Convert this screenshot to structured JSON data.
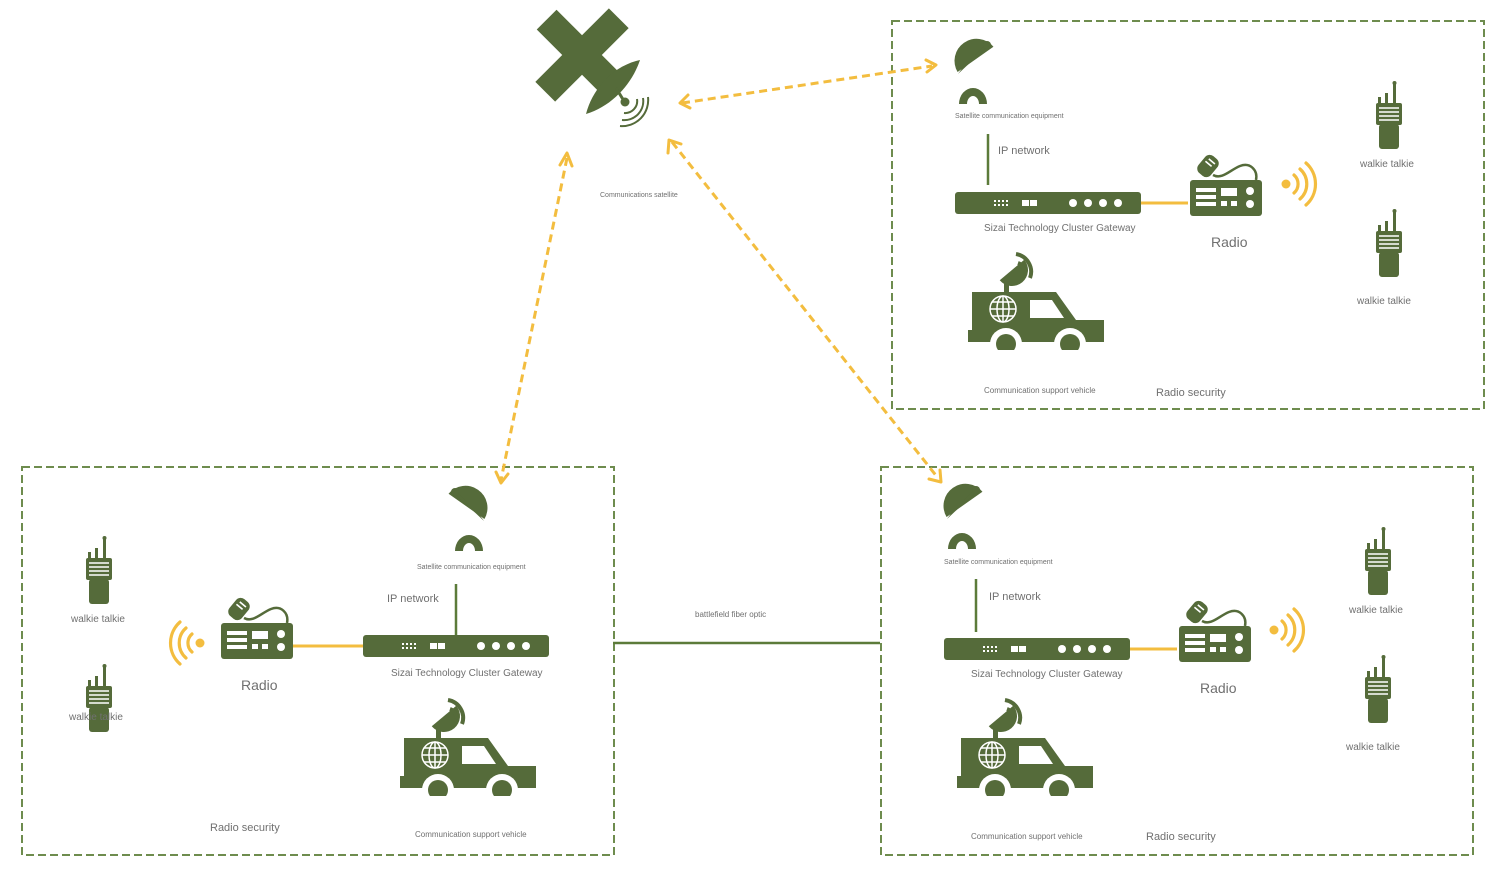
{
  "colors": {
    "icon_green": "#556b3a",
    "box_border": "#6e8c4e",
    "link_yellow": "#f3bd3f",
    "fiber_green": "#5c7b3a",
    "label_gray": "#707070"
  },
  "satellite": {
    "icon": "satellite-icon",
    "label": "Communications satellite"
  },
  "links": {
    "fiber_label": "battlefield fiber optic"
  },
  "sites": [
    {
      "id": "top-right",
      "zone_label": "Radio security",
      "sat_equipment_label": "Satellite communication equipment",
      "ip_label": "IP network",
      "gateway_label": "Sizai Technology Cluster Gateway",
      "radio_label": "Radio",
      "vehicle_label": "Communication support vehicle",
      "walkie_labels": [
        "walkie talkie",
        "walkie talkie"
      ]
    },
    {
      "id": "bottom-left",
      "zone_label": "Radio security",
      "sat_equipment_label": "Satellite communication equipment",
      "ip_label": "IP network",
      "gateway_label": "Sizai Technology Cluster Gateway",
      "radio_label": "Radio",
      "vehicle_label": "Communication support vehicle",
      "walkie_labels": [
        "walkie talkie",
        "walkie talkie"
      ]
    },
    {
      "id": "bottom-right",
      "zone_label": "Radio security",
      "sat_equipment_label": "Satellite communication equipment",
      "ip_label": "IP network",
      "gateway_label": "Sizai Technology Cluster Gateway",
      "radio_label": "Radio",
      "vehicle_label": "Communication support vehicle",
      "walkie_labels": [
        "walkie talkie",
        "walkie talkie"
      ]
    }
  ]
}
